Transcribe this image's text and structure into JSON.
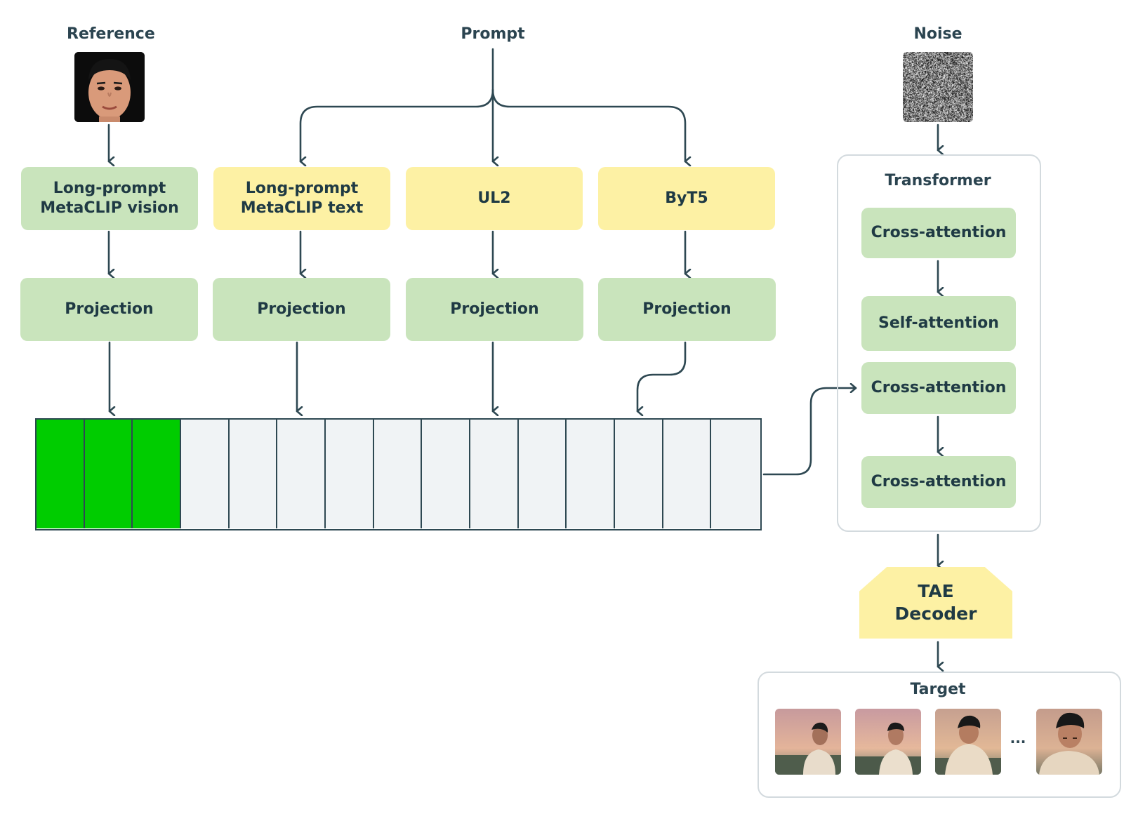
{
  "inputs": {
    "reference_label": "Reference",
    "prompt_label": "Prompt",
    "noise_label": "Noise"
  },
  "encoders": {
    "vision": "Long-prompt\nMetaCLIP vision",
    "text": "Long-prompt\nMetaCLIP text",
    "ul2": "UL2",
    "byt5": "ByT5"
  },
  "projections": [
    "Projection",
    "Projection",
    "Projection",
    "Projection"
  ],
  "token_sequence": {
    "reference_token_count": 3,
    "prompt_token_count": 12,
    "reference_color": "#00cc00",
    "prompt_color": "#f0f3f5"
  },
  "transformer": {
    "title": "Transformer",
    "blocks": [
      "Cross-attention",
      "Self-attention",
      "Cross-attention",
      "Cross-attention"
    ]
  },
  "decoder": {
    "label": "TAE\nDecoder"
  },
  "target": {
    "label": "Target",
    "ellipsis": "..."
  },
  "colors": {
    "green_box": "#c9e4bc",
    "yellow_box": "#fdf1a4",
    "line": "#2e4852"
  }
}
